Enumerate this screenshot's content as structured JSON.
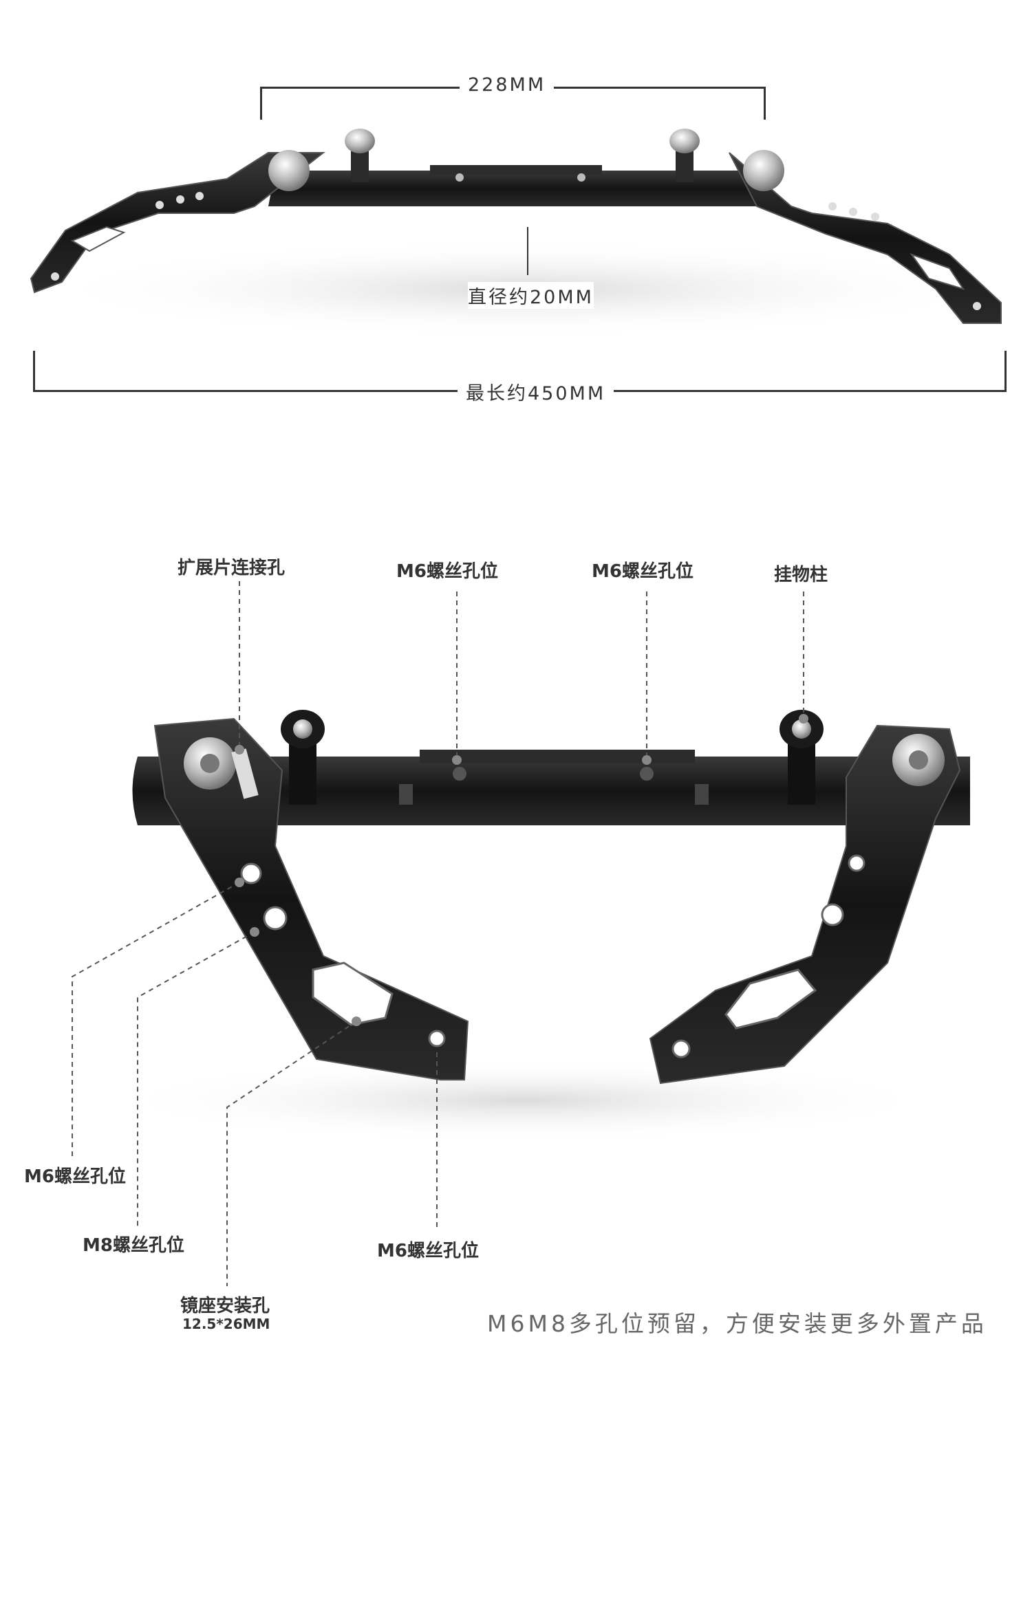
{
  "dimensions": {
    "inner_width": "228MM",
    "diameter": "直径约20MM",
    "max_length": "最长约450MM"
  },
  "callouts": {
    "expansion_hole": "扩展片连接孔",
    "m6_hole_a": "M6螺丝孔位",
    "m6_hole_b": "M6螺丝孔位",
    "hanging_post": "挂物柱",
    "m6_hole_left": "M6螺丝孔位",
    "m8_hole": "M8螺丝孔位",
    "mirror_mount": "镜座安装孔",
    "mirror_mount_size": "12.5*26MM",
    "m6_hole_bottom": "M6螺丝孔位"
  },
  "tagline": "M6M8多孔位预留，方便安装更多外置产品",
  "colors": {
    "metal_dark": "#1c1c1c",
    "metal_edge": "#555555",
    "bolt": "#c8c8c8",
    "text": "#333333",
    "tagline": "#666666"
  }
}
